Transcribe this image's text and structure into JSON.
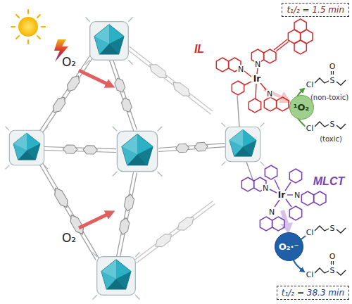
{
  "diagram": {
    "nodes": [
      {
        "text": [
          "t₁/₂ = 1.5 min"
        ]
      },
      {
        "text": [
          "¹O₂"
        ]
      },
      {
        "text": [
          "O₂·⁻"
        ]
      },
      {
        "text": [
          "t₁/₂ = 38.3 min"
        ]
      }
    ],
    "labels": [
      "O₂",
      "O₂",
      "IL",
      "MLCT",
      "Ir",
      "N",
      "N",
      "N",
      "Ir",
      "N",
      "N",
      "N",
      "Cl",
      "S",
      "O",
      "(non-toxic)",
      "Cl",
      "S",
      "(toxic)",
      "Cl",
      "S",
      "Cl",
      "S",
      "O"
    ]
  }
}
